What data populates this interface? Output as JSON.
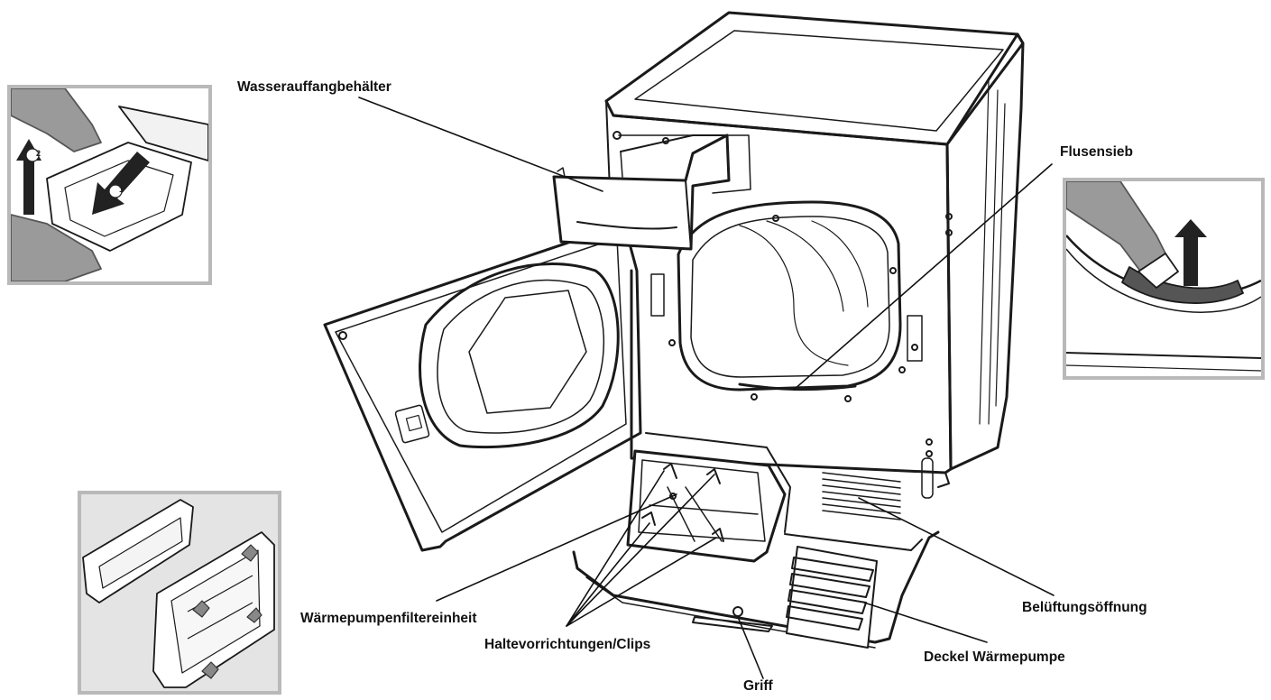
{
  "figure": {
    "labels": {
      "water_container": "Wasserauffangbehälter",
      "lint_filter": "Flusensieb",
      "heat_pump_filter_unit": "Wärmepumpenfiltereinheit",
      "holders_clips": "Haltevorrichtungen/Clips",
      "handle": "Griff",
      "ventilation_opening": "Belüftungsöffnung",
      "heat_pump_cover": "Deckel Wärmepumpe"
    },
    "insets": {
      "water_container_removal": {
        "step_marks": [
          "1",
          "2"
        ]
      },
      "lint_filter_removal": {},
      "filter_unit_detail": {}
    }
  }
}
